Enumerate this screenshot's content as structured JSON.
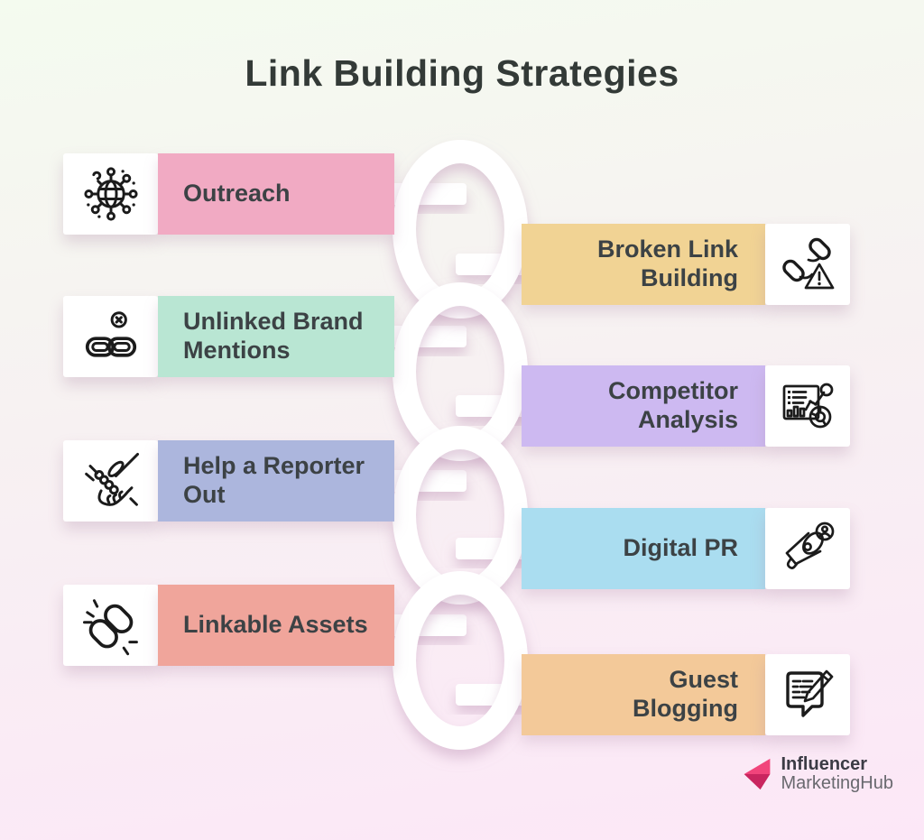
{
  "title": "Link Building Strategies",
  "items_left": [
    {
      "label": "Outreach",
      "color": "#f1aac3",
      "icon": "network-globe"
    },
    {
      "label": "Unlinked Brand Mentions",
      "color": "#b9e6d3",
      "icon": "unlinked-chain"
    },
    {
      "label": "Help a Reporter Out",
      "color": "#acb6dd",
      "icon": "helping-hand"
    },
    {
      "label": "Linkable Assets",
      "color": "#f0a59b",
      "icon": "chain-link"
    }
  ],
  "items_right": [
    {
      "label": "Broken Link Building",
      "color": "#f1d394",
      "icon": "broken-chain-warning"
    },
    {
      "label": "Competitor Analysis",
      "color": "#cdb9f1",
      "icon": "analytics-board"
    },
    {
      "label": "Digital PR",
      "color": "#aaddf0",
      "icon": "megaphone-person"
    },
    {
      "label": "Guest Blogging",
      "color": "#f3c999",
      "icon": "blog-pencil"
    }
  ],
  "connector_color": "#ffffff",
  "text_color": "#3c4245",
  "logo": {
    "line1": "Influencer",
    "line2": "MarketingHub",
    "mark_color_light": "#f1447b",
    "mark_color_dark": "#c9255f"
  }
}
